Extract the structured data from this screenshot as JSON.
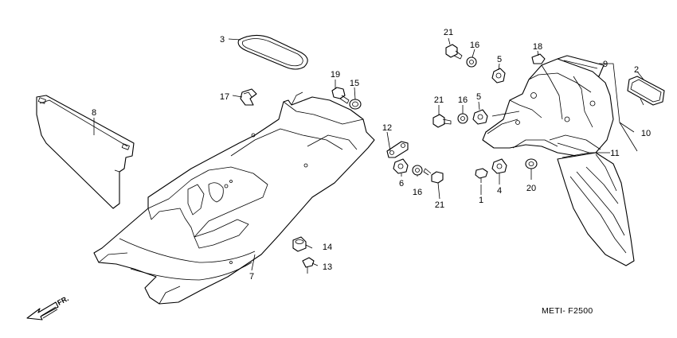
{
  "diagram_code": "METI- F2500",
  "front_marker": "FR.",
  "callouts": [
    {
      "key": "c1",
      "label": "1"
    },
    {
      "key": "c2",
      "label": "2"
    },
    {
      "key": "c3",
      "label": "3"
    },
    {
      "key": "c4",
      "label": "4"
    },
    {
      "key": "c5a",
      "label": "5"
    },
    {
      "key": "c5b",
      "label": "5"
    },
    {
      "key": "c6",
      "label": "6"
    },
    {
      "key": "c7",
      "label": "7"
    },
    {
      "key": "c8",
      "label": "8"
    },
    {
      "key": "c9",
      "label": "9"
    },
    {
      "key": "c10",
      "label": "10"
    },
    {
      "key": "c11",
      "label": "11"
    },
    {
      "key": "c12",
      "label": "12"
    },
    {
      "key": "c13",
      "label": "13"
    },
    {
      "key": "c14",
      "label": "14"
    },
    {
      "key": "c15",
      "label": "15"
    },
    {
      "key": "c16a",
      "label": "16"
    },
    {
      "key": "c16b",
      "label": "16"
    },
    {
      "key": "c16c",
      "label": "16"
    },
    {
      "key": "c17",
      "label": "17"
    },
    {
      "key": "c18",
      "label": "18"
    },
    {
      "key": "c19",
      "label": "19"
    },
    {
      "key": "c20",
      "label": "20"
    },
    {
      "key": "c21a",
      "label": "21"
    },
    {
      "key": "c21b",
      "label": "21"
    },
    {
      "key": "c21c",
      "label": "21"
    }
  ]
}
